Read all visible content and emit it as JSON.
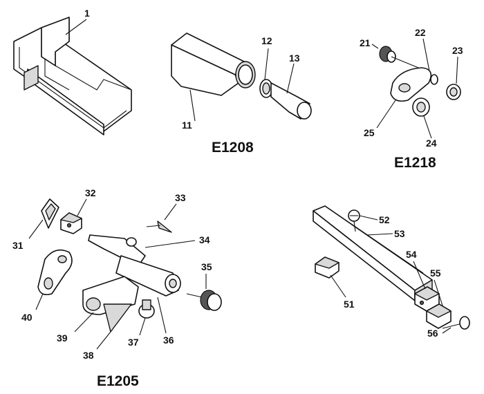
{
  "groups": [
    {
      "id": "e1208",
      "label": "E1208",
      "parts": [
        "11",
        "12",
        "13"
      ]
    },
    {
      "id": "e1218",
      "label": "E1218",
      "parts": [
        "21",
        "22",
        "23",
        "24",
        "25"
      ]
    },
    {
      "id": "e1205",
      "label": "E1205",
      "parts": [
        "31",
        "32",
        "33",
        "34",
        "35",
        "36",
        "37",
        "38",
        "39",
        "40"
      ]
    },
    {
      "id": "e1200-fence",
      "label": "",
      "parts": [
        "51",
        "52",
        "53",
        "54",
        "55",
        "56"
      ]
    }
  ],
  "callouts": {
    "p1": "1",
    "p11": "11",
    "p12": "12",
    "p13": "13",
    "p21": "21",
    "p22": "22",
    "p23": "23",
    "p24": "24",
    "p25": "25",
    "p31": "31",
    "p32": "32",
    "p33": "33",
    "p34": "34",
    "p35": "35",
    "p36": "36",
    "p37": "37",
    "p38": "38",
    "p39": "39",
    "p40": "40",
    "p51": "51",
    "p52": "52",
    "p53": "53",
    "p54": "54",
    "p55": "55",
    "p56": "56"
  },
  "labels": {
    "e1208": "E1208",
    "e1218": "E1218",
    "e1205": "E1205"
  },
  "colors": {
    "line": "#111111",
    "background": "#ffffff",
    "shade": "#d9d9d9"
  }
}
